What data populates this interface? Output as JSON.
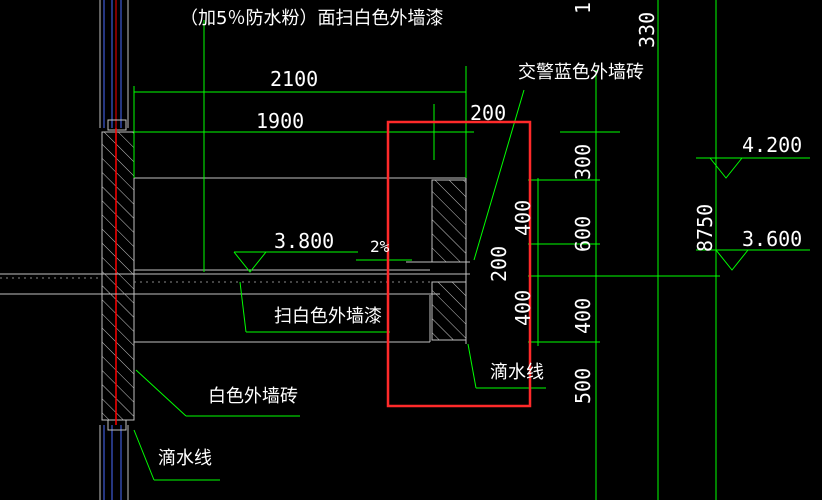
{
  "note_top": "（加5％防水粉）面扫白色外墙漆",
  "labels": {
    "blue_tile": "交警蓝色外墙砖",
    "white_paint": "扫白色外墙漆",
    "white_tile": "白色外墙砖",
    "drip_line_right": "滴水线",
    "drip_line_left": "滴水线"
  },
  "dims": {
    "d2100": "2100",
    "d1900": "1900",
    "d200_top": "200",
    "d200_vert": "200",
    "d400_upper": "400",
    "d400_lower": "400",
    "r300": "300",
    "r600": "600",
    "r400": "400",
    "r500": "500",
    "top330": "330",
    "top1": "1",
    "total8750": "8750"
  },
  "elevations": {
    "slab": "3.800",
    "e4200": "4.200",
    "e3600": "3.600"
  },
  "slope": "2%",
  "colors": {
    "background": "#000000",
    "dimension": "#00ff00",
    "outline": "#ffffff",
    "wall_grey": "#c0c0c0",
    "highlight": "#ff2a2a",
    "axis_red": "#ff0000",
    "glass_blue": "#4a6cff"
  }
}
